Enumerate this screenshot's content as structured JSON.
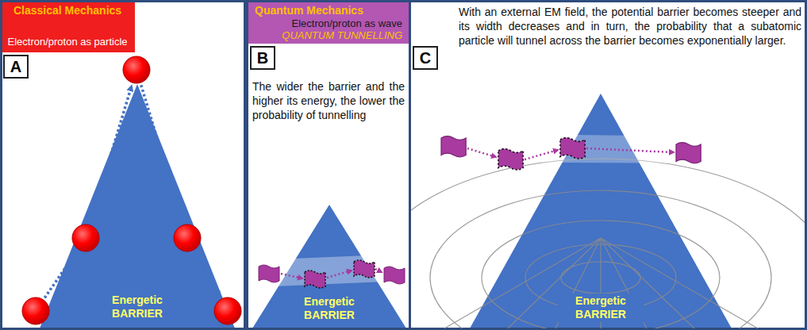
{
  "diagram": {
    "nodes": [
      {
        "text": [
          "Classical Mechanics",
          "Electron/proton as particle"
        ]
      },
      {
        "text": [
          "A"
        ]
      },
      {
        "text": [
          "Energetic BARRIER"
        ]
      },
      {
        "text": [
          "Quantum Mechanics",
          "Electron/proton as wave",
          "QUANTUM TUNNELLING"
        ]
      },
      {
        "text": [
          "B"
        ]
      },
      {
        "text": [
          "Energetic BARRIER"
        ]
      },
      {
        "text": [
          "C"
        ]
      },
      {
        "text": [
          "Energetic BARRIER"
        ]
      }
    ],
    "labels": [
      "The wider the barrier and the higher its energy, the lower the probability of tunnelling",
      "With an external EM field, the potential barrier becomes steeper and its width decreases and in turn, the probability that a subatomic particle will tunnel across the barrier becomes exponentially larger."
    ]
  }
}
